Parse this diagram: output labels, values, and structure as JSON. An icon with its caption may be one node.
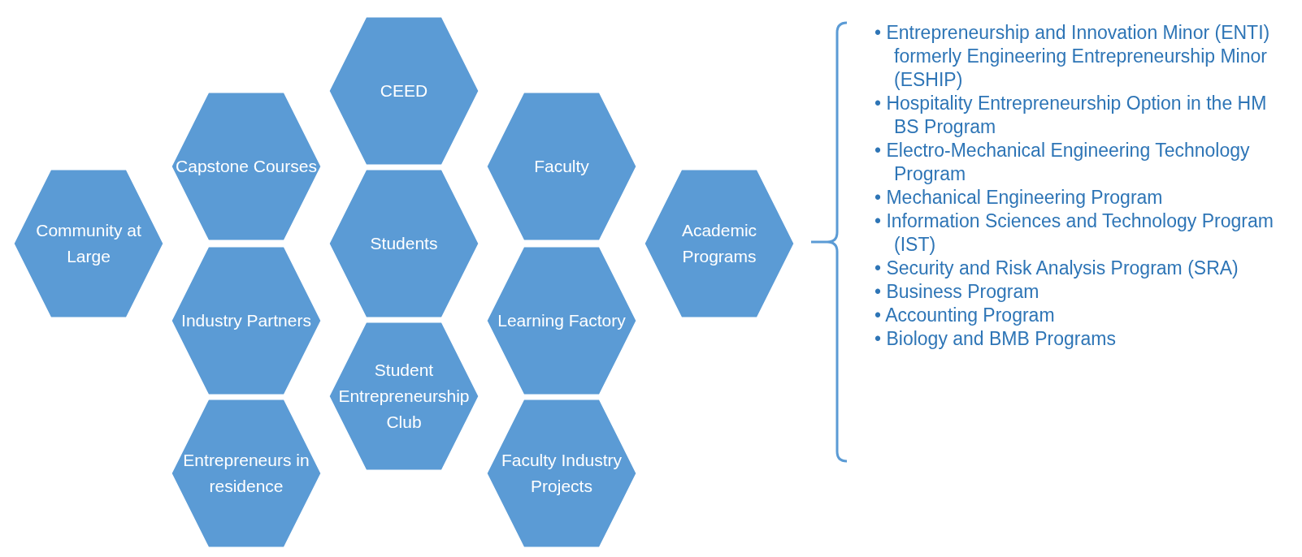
{
  "diagram": {
    "nodes": [
      {
        "text": [
          "CEED"
        ]
      },
      {
        "text": [
          "Capstone Courses"
        ]
      },
      {
        "text": [
          "Faculty"
        ]
      },
      {
        "text": [
          "Community at Large"
        ]
      },
      {
        "text": [
          "Students"
        ]
      },
      {
        "text": [
          "Academic Programs"
        ]
      },
      {
        "text": [
          "Industry Partners"
        ]
      },
      {
        "text": [
          "Learning Factory"
        ]
      },
      {
        "text": [
          "Student Entrepreneurship Club"
        ]
      },
      {
        "text": [
          "Entrepreneurs in residence"
        ]
      },
      {
        "text": [
          "Faculty Industry Projects"
        ]
      }
    ],
    "edges": [],
    "labels": [
      "• Entrepreneurship and Innovation Minor (ENTI) formerly Engineering Entrepreneurship Minor (ESHIP)",
      "• Hospitality Entrepreneurship Option in the HM BS Program",
      "• Electro-Mechanical Engineering Technology Program",
      "• Mechanical Engineering Program",
      "• Information Sciences and Technology Program (IST)",
      "• Security and Risk Analysis Program (SRA)",
      "• Business Program",
      "• Accounting Program",
      "• Biology and BMB Programs"
    ]
  }
}
